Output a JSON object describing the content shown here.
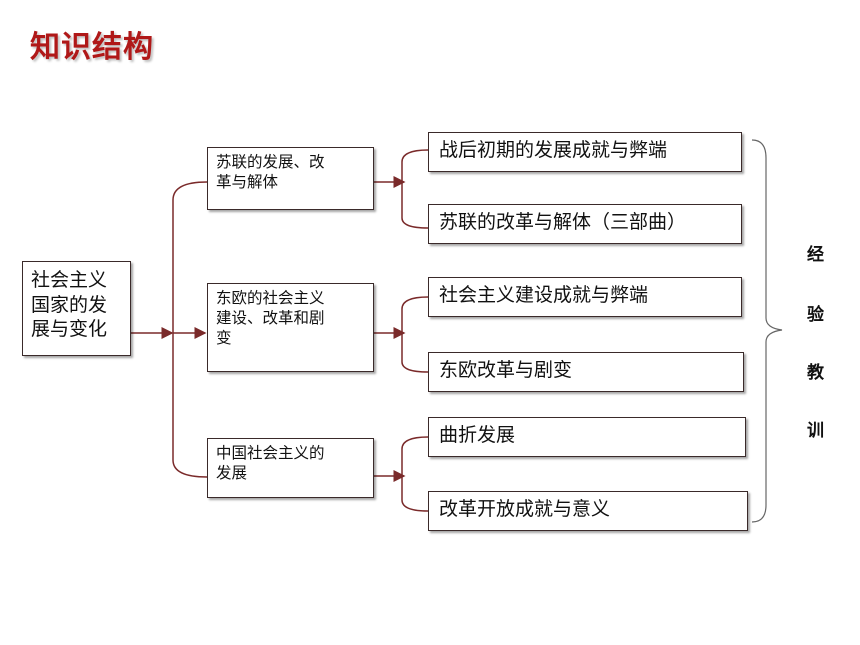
{
  "title": "知识结构",
  "root": "社会主义国家的发展与变化",
  "branches": [
    {
      "label": "苏联的发展、改\n革与解体",
      "children": [
        "战后初期的发展成就与弊端",
        "苏联的改革与解体（三部曲）"
      ]
    },
    {
      "label": "东欧的社会主义\n建设、改革和剧\n变",
      "children": [
        "社会主义建设成就与弊端",
        "东欧改革与剧变"
      ]
    },
    {
      "label": "中国社会主义的\n发展",
      "children": [
        "曲折发展",
        "改革开放成就与意义"
      ]
    }
  ],
  "summary": [
    "经",
    "验",
    "教",
    "训"
  ],
  "colors": {
    "title": "#b01818",
    "connector": "#7a2a2a"
  }
}
